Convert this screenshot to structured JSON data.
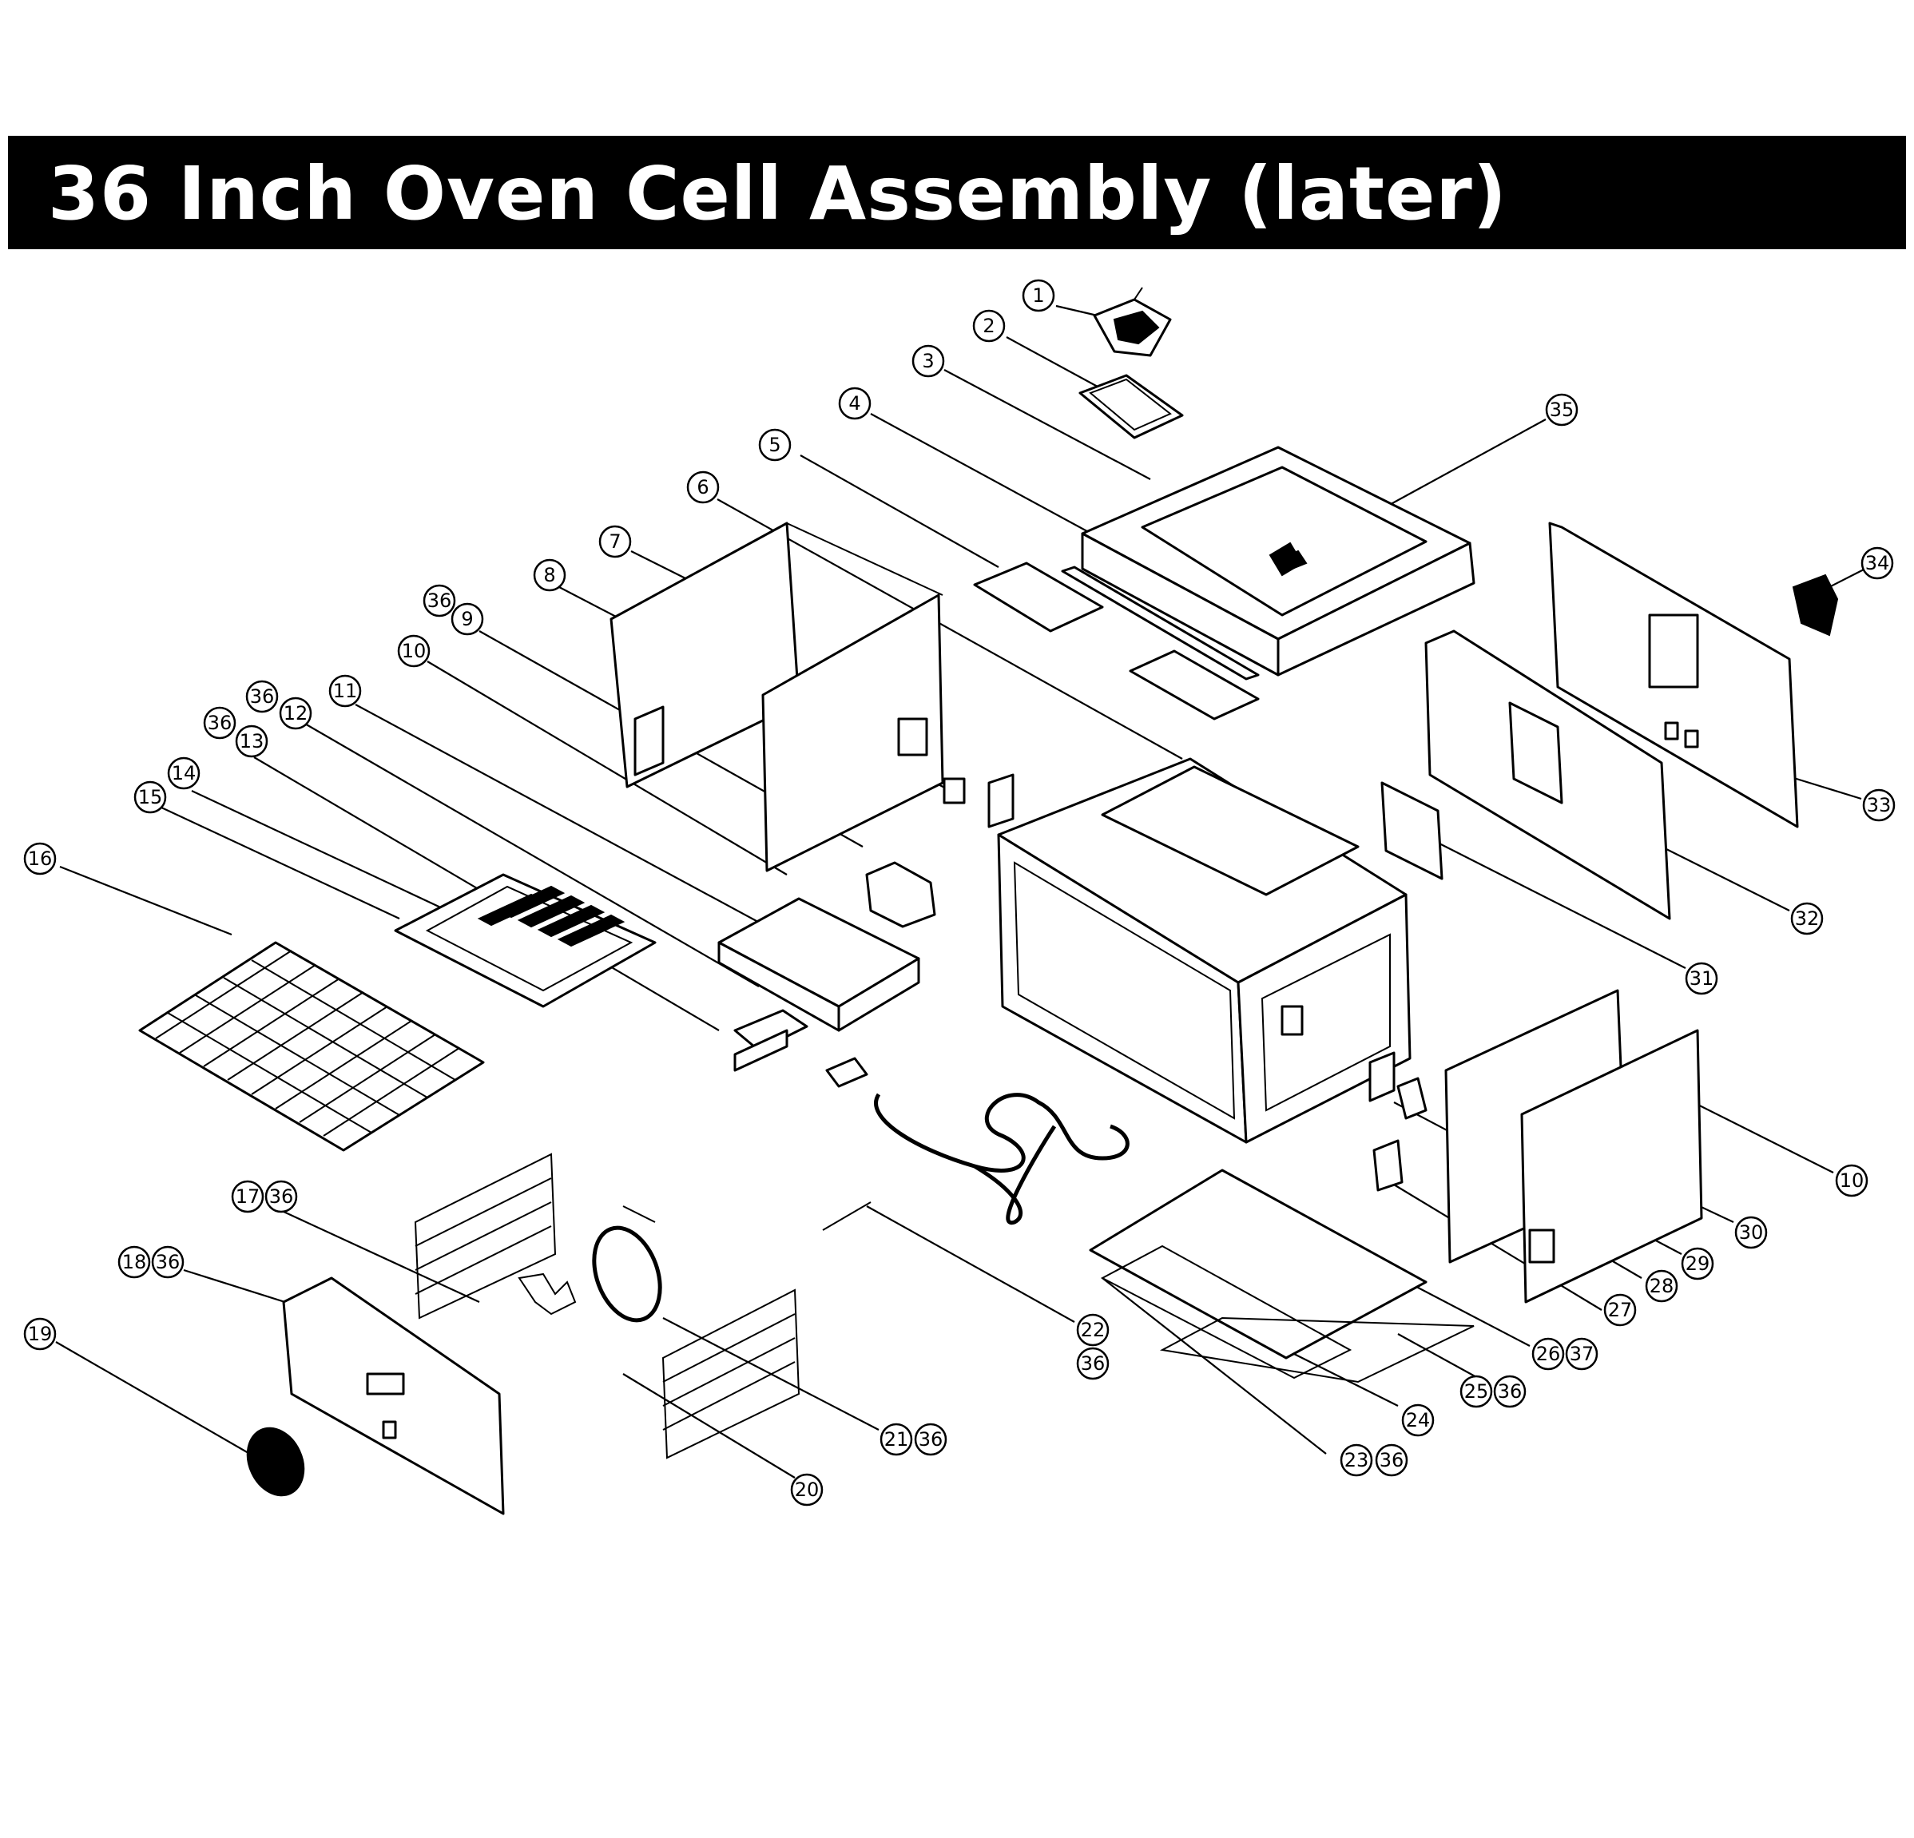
{
  "title": "36 Inch Oven Cell Assembly (later)",
  "labels": [
    "1",
    "2",
    "3",
    "4",
    "5",
    "6",
    "7",
    "8",
    "36",
    "9",
    "10",
    "36",
    "12",
    "11",
    "36",
    "13",
    "14",
    "15",
    "16",
    "35",
    "34",
    "33",
    "32",
    "31",
    "10",
    "30",
    "29",
    "28",
    "27",
    "26",
    "37",
    "25",
    "36",
    "24",
    "23",
    "36",
    "22",
    "36",
    "21",
    "36",
    "20",
    "17",
    "36",
    "18",
    "36",
    "19"
  ]
}
